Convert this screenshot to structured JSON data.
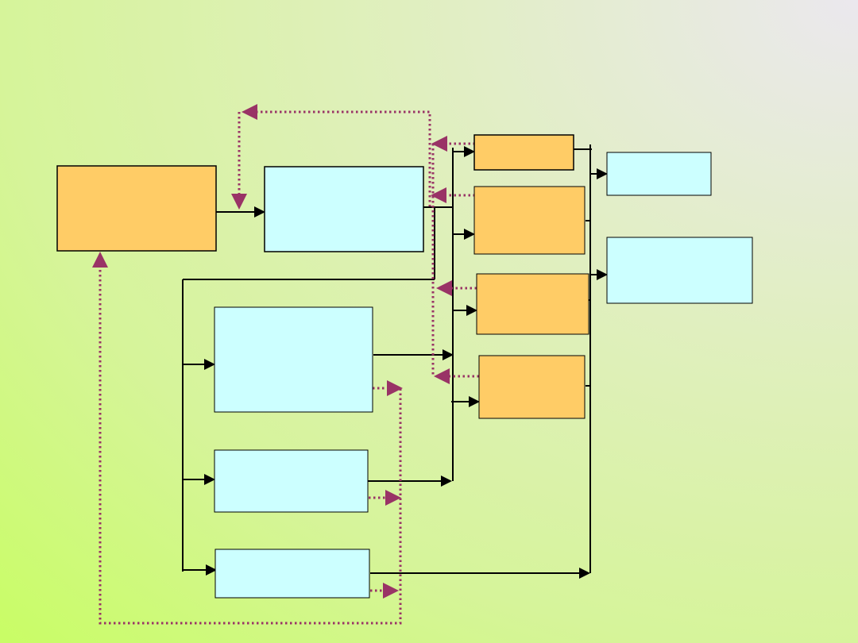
{
  "colors": {
    "background_light": "#ebe8ee",
    "background_green": "#c9fd66",
    "orange_box": "#ffcc66",
    "cyan_box": "#ccffff",
    "box_stroke": "#000000",
    "solid_connector": "#000000",
    "feedback_connector": "#993366"
  },
  "diagram": {
    "boxes": [
      {
        "id": "orange-main",
        "kind": "orange",
        "label": ""
      },
      {
        "id": "cyan-center",
        "kind": "cyan",
        "label": ""
      },
      {
        "id": "orange-right-1",
        "kind": "orange",
        "label": ""
      },
      {
        "id": "orange-right-2",
        "kind": "orange",
        "label": ""
      },
      {
        "id": "orange-right-3",
        "kind": "orange",
        "label": ""
      },
      {
        "id": "orange-right-4",
        "kind": "orange",
        "label": ""
      },
      {
        "id": "cyan-far-right-1",
        "kind": "cyan",
        "label": ""
      },
      {
        "id": "cyan-far-right-2",
        "kind": "cyan",
        "label": ""
      },
      {
        "id": "cyan-lower-1",
        "kind": "cyan",
        "label": ""
      },
      {
        "id": "cyan-lower-2",
        "kind": "cyan",
        "label": ""
      },
      {
        "id": "cyan-lower-3",
        "kind": "cyan",
        "label": ""
      }
    ],
    "connector_styles": {
      "solid": "flow",
      "dotted": "feedback"
    }
  }
}
